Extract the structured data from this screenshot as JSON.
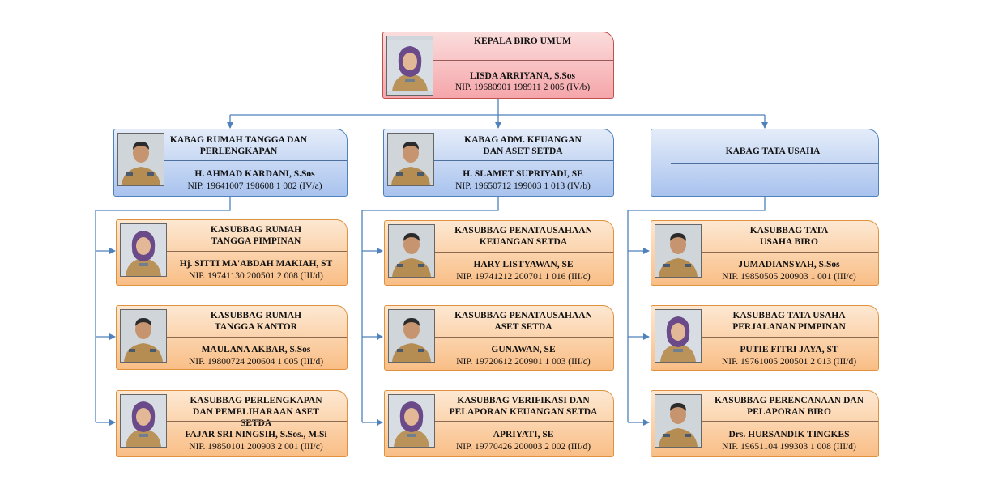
{
  "head": {
    "title": "KEPALA BIRO UMUM",
    "name": "LISDA ARRIYANA, S.Sos",
    "nip": "NIP. 19680901 198911 2 005 (IV/b)",
    "photo": "female-official-photo"
  },
  "kabag": [
    {
      "title": "KABAG RUMAH TANGGA DAN PERLENGKAPAN",
      "name": "H. AHMAD KARDANI, S.Sos",
      "nip": "NIP. 19641007 198608 1 002 (IV/a)",
      "photo": "male-official-photo"
    },
    {
      "title": "KABAG ADM. KEUANGAN DAN ASET SETDA",
      "name": "H. SLAMET SUPRIYADI, SE",
      "nip": "NIP. 19650712 199003 1 013 (IV/b)",
      "photo": "male-official-photo"
    },
    {
      "title": "KABAG TATA USAHA"
    }
  ],
  "kasubbag": [
    [
      {
        "title": "KASUBBAG RUMAH TANGGA PIMPINAN",
        "name": "Hj. SITTI MA'ABDAH MAKIAH, ST",
        "nip": "NIP. 19741130 200501 2 008 (III/d)",
        "photo": "female-official-photo"
      },
      {
        "title": "KASUBBAG RUMAH TANGGA KANTOR",
        "name": "MAULANA AKBAR, S.Sos",
        "nip": "NIP. 19800724 200604 1 005 (III/d)",
        "photo": "male-official-photo"
      },
      {
        "title": "KASUBBAG PERLENGKAPAN DAN PEMELIHARAAN ASET SETDA",
        "name": "FAJAR SRI NINGSIH, S.Sos., M.Si",
        "nip": "NIP. 19850101 200903 2 001 (III/c)",
        "photo": "female-official-photo"
      }
    ],
    [
      {
        "title": "KASUBBAG PENATAUSAHAAN KEUANGAN SETDA",
        "name": "HARY LISTYAWAN, SE",
        "nip": "NIP. 19741212 200701 1 016 (III/c)",
        "photo": "male-official-photo"
      },
      {
        "title": "KASUBBAG PENATAUSAHAAN ASET SETDA",
        "name": "GUNAWAN, SE",
        "nip": "NIP. 19720612 200901 1 003 (III/c)",
        "photo": "male-official-photo"
      },
      {
        "title": "KASUBBAG VERIFIKASI DAN PELAPORAN KEUANGAN SETDA",
        "name": "APRIYATI, SE",
        "nip": "NIP. 19770426 200003 2 002 (III/d)",
        "photo": "female-official-photo"
      }
    ],
    [
      {
        "title": "KASUBBAG TATA USAHA BIRO",
        "name": "JUMADIANSYAH, S.Sos",
        "nip": "NIP. 19850505 200903 1 001 (III/c)",
        "photo": "male-official-photo"
      },
      {
        "title": "KASUBBAG TATA USAHA PERJALANAN PIMPINAN",
        "name": "PUTIE FITRI JAYA, ST",
        "nip": "NIP. 19761005 200501 2 013 (III/d)",
        "photo": "female-official-photo"
      },
      {
        "title": "KASUBBAG PERENCANAAN DAN PELAPORAN BIRO",
        "name": "Drs. HURSANDIK TINGKES",
        "nip": "NIP. 19651104 199303 1 008 (III/d)",
        "photo": "male-official-photo"
      }
    ]
  ],
  "colors": {
    "head_border": "#c0504d",
    "kabag_border": "#4f81bd",
    "kasubbag_border": "#e0913d",
    "connector": "#4f81bd"
  }
}
